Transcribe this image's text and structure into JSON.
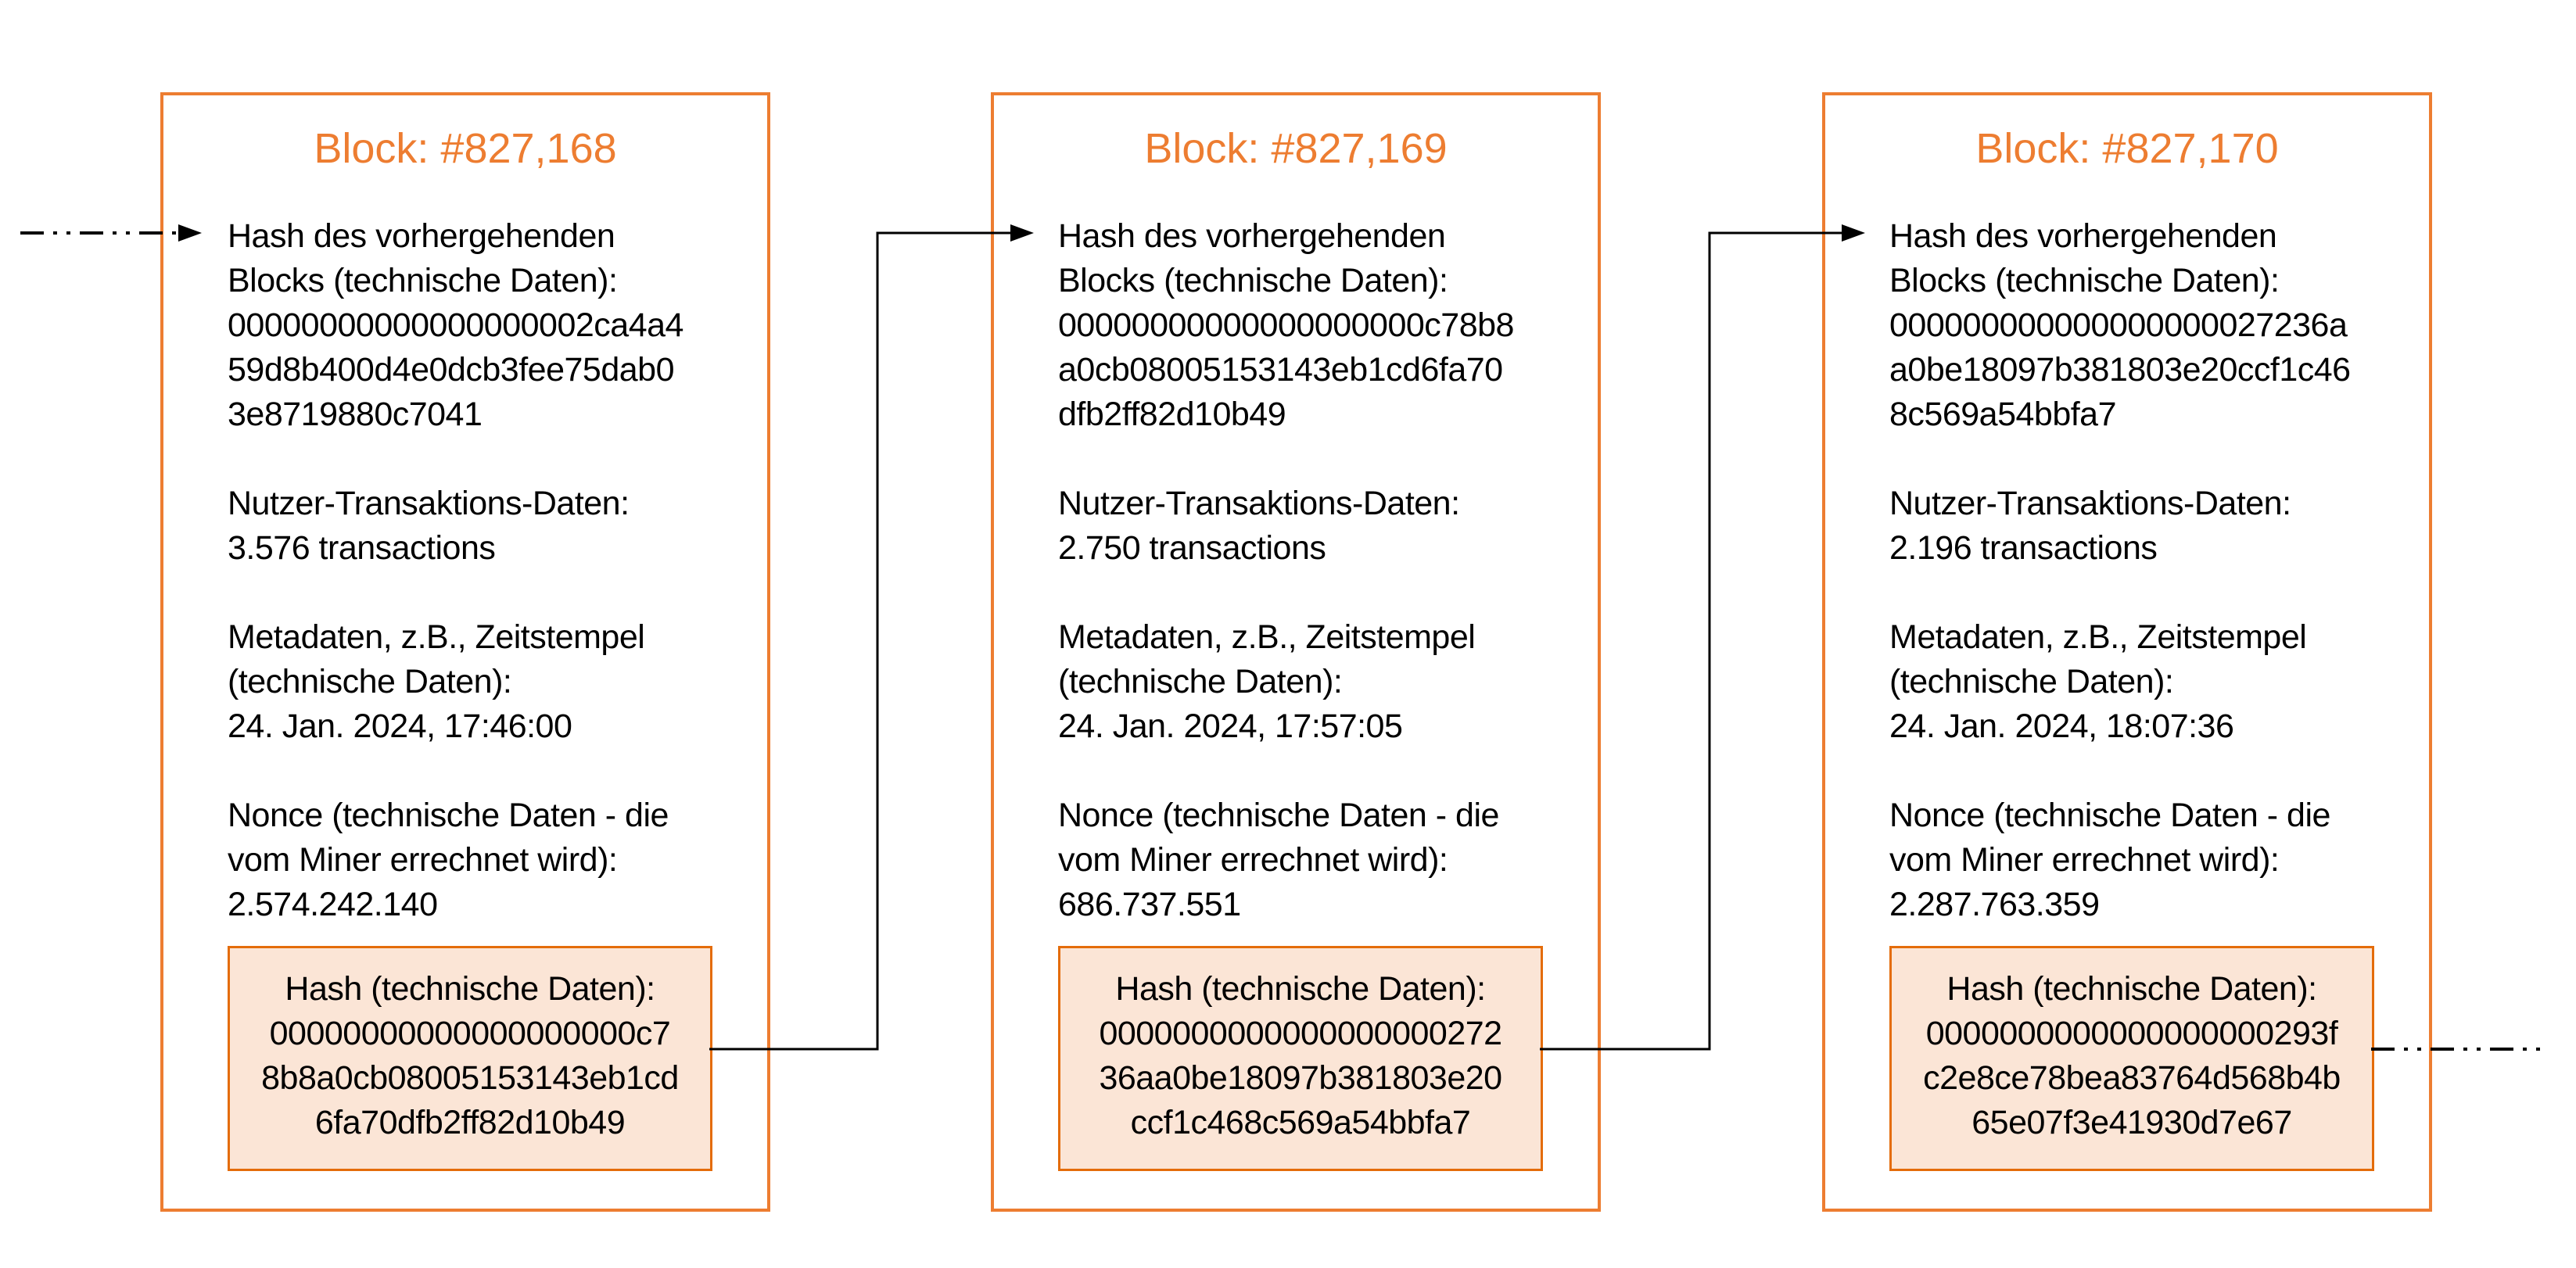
{
  "colors": {
    "accent_orange": "#ED7D31",
    "hash_box_border": "#E46C0A",
    "hash_box_fill": "#FBE5D6",
    "text": "#000000",
    "connector": "#000000"
  },
  "labels": {
    "prev_hash_label": "Hash des vorhergehenden Blocks (technische Daten):",
    "transactions_label": "Nutzer-Transaktions-Daten:",
    "metadata_label": "Metadaten, z.B., Zeitstempel (technische Daten):",
    "nonce_label": "Nonce (technische Daten - die vom Miner errechnet wird):",
    "hash_label": "Hash (technische Daten):"
  },
  "blocks": [
    {
      "title": "Block: #827,168",
      "previous_hash": "00000000000000000002ca4a459d8b400d4e0dcb3fee75dab03e8719880c7041",
      "transactions": "3.576 transactions",
      "timestamp": "24. Jan. 2024, 17:46:00",
      "nonce": "2.574.242.140",
      "hash": "00000000000000000000c78b8a0cb08005153143eb1cd6fa70dfb2ff82d10b49"
    },
    {
      "title": "Block: #827,169",
      "previous_hash": "00000000000000000000c78b8a0cb08005153143eb1cd6fa70dfb2ff82d10b49",
      "transactions": "2.750 transactions",
      "timestamp": "24. Jan. 2024, 17:57:05",
      "nonce": "686.737.551",
      "hash": "000000000000000000027236aa0be18097b381803e20ccf1c468c569a54bbfa7"
    },
    {
      "title": "Block: #827,170",
      "previous_hash": "000000000000000000027236aa0be18097b381803e20ccf1c468c569a54bbfa7",
      "transactions": "2.196 transactions",
      "timestamp": "24. Jan. 2024, 18:07:36",
      "nonce": "2.287.763.359",
      "hash": "0000000000000000000293fc2e8ce78bea83764d568b4b65e07f3e41930d7e67"
    }
  ]
}
